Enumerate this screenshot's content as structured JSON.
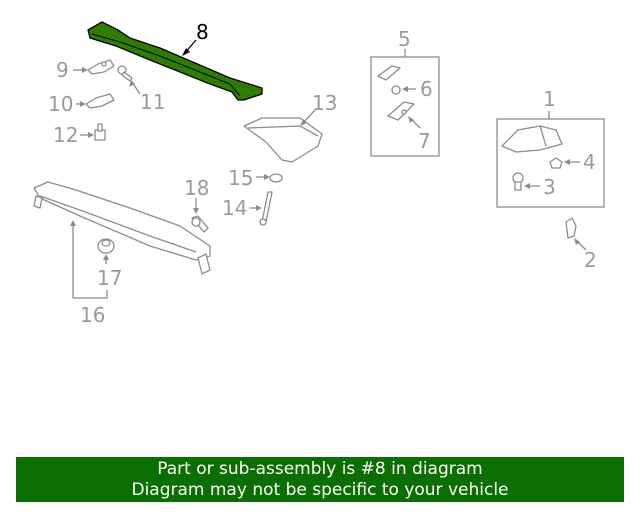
{
  "diagram": {
    "highlight_color": "#2e7d00",
    "callouts": [
      "1",
      "2",
      "3",
      "4",
      "5",
      "6",
      "7",
      "8",
      "9",
      "10",
      "11",
      "12",
      "13",
      "14",
      "15",
      "16",
      "17",
      "18"
    ],
    "highlighted": "8"
  },
  "banner": {
    "line1": "Part or sub-assembly is #8 in diagram",
    "line2": "Diagram may not be specific to your vehicle",
    "color": "#0b6e00"
  }
}
